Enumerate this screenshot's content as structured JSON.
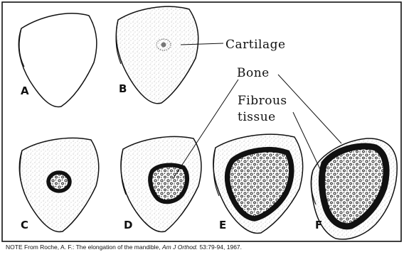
{
  "figure": {
    "panels": [
      {
        "letter": "A",
        "stage": "outline"
      },
      {
        "letter": "B",
        "stage": "cartilage"
      },
      {
        "letter": "C",
        "stage": "small-bone"
      },
      {
        "letter": "D",
        "stage": "medium-bone"
      },
      {
        "letter": "E",
        "stage": "large-bone"
      },
      {
        "letter": "F",
        "stage": "largest-bone"
      }
    ],
    "callouts": {
      "cartilage": "Cartilage",
      "bone": "Bone",
      "fibrous_line1": "Fibrous",
      "fibrous_line2": "tissue"
    }
  },
  "note": {
    "prefix": "NOTE  From Roche, A. F.: The elongation of the mandible, ",
    "journal": "Am J Orthod.",
    "suffix": " 53:79-94, 1967."
  },
  "colors": {
    "ink": "#111111",
    "stipple": "#8a8a8a",
    "background": "#ffffff"
  }
}
